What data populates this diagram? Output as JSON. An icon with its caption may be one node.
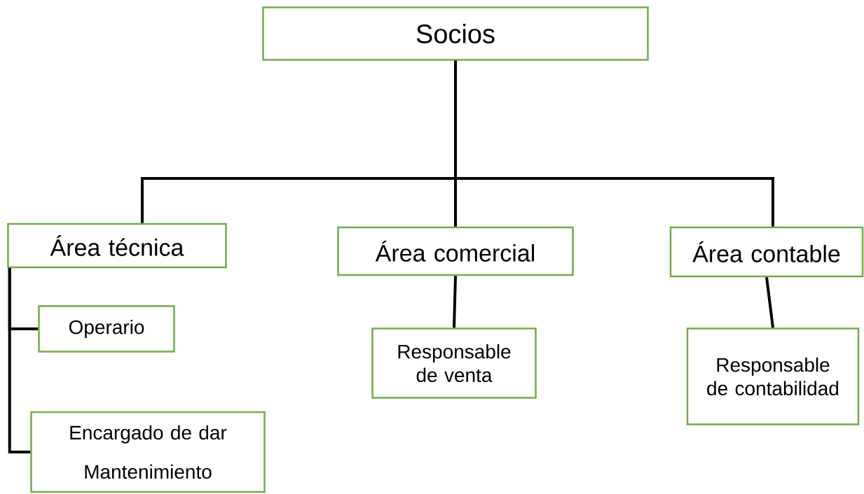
{
  "diagram": {
    "nodes": [
      {
        "text": [
          "Socios"
        ]
      },
      {
        "text": [
          "Área técnica"
        ]
      },
      {
        "text": [
          "Área comercial"
        ]
      },
      {
        "text": [
          "Área contable"
        ]
      },
      {
        "text": [
          "Operario"
        ]
      },
      {
        "text": [
          "Encargado de dar Mantenimiento"
        ]
      },
      {
        "text": [
          "Responsable de venta"
        ]
      },
      {
        "text": [
          "Responsable de contabilidad"
        ]
      }
    ],
    "edges": [
      {
        "from": 0,
        "to": 1,
        "arrow": "none"
      },
      {
        "from": 0,
        "to": 2,
        "arrow": "none"
      },
      {
        "from": 0,
        "to": 3,
        "arrow": "none"
      },
      {
        "from": 1,
        "to": 4,
        "arrow": "none"
      },
      {
        "from": 1,
        "to": 5,
        "arrow": "none"
      },
      {
        "from": 2,
        "to": 6,
        "arrow": "none"
      },
      {
        "from": 3,
        "to": 7,
        "arrow": "none"
      }
    ]
  }
}
